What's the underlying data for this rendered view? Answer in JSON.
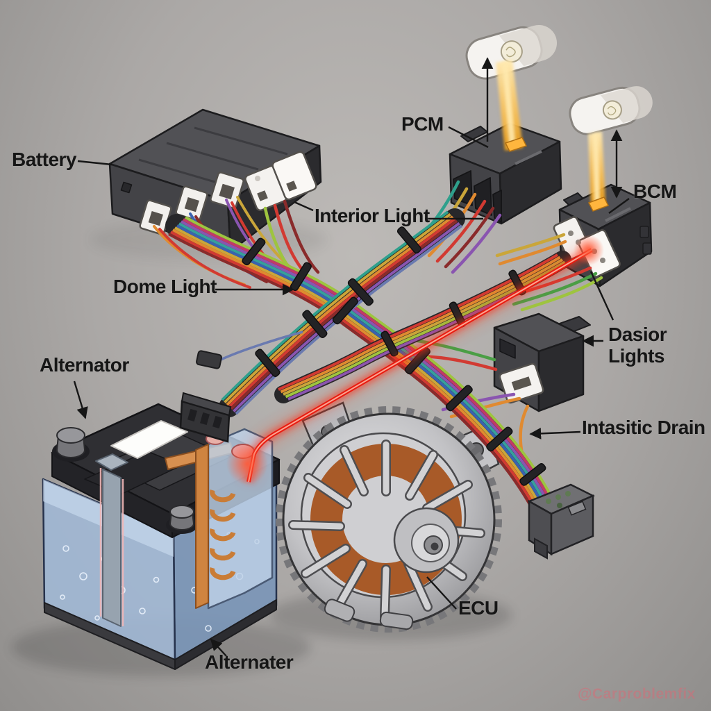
{
  "figure": {
    "type": "automotive-electrical-illustration",
    "labels": {
      "battery": "Battery",
      "pcm": "PCM",
      "interior_light": "Interior Light",
      "bcm": "BCM",
      "dome_light": "Dome Light",
      "alternator": "Alternator",
      "dasior_lights": "Dasior\nLights",
      "intasitic_drain": "Intasitic Drain",
      "ecu": "ECU",
      "alternater": "Alternater"
    },
    "watermark": "@Carproblemfix",
    "colors": {
      "background": "#aba8a6",
      "label_text": "#161616",
      "glow_wire_red": "#ff2e18",
      "light_beam_orange": "#f6a81e",
      "module_body": "#434346",
      "connector_white": "#f4f2ef",
      "battery_case_blue": "#9fb8d4",
      "copper": "#c9803f",
      "wire_palette": [
        "#8a2b2b",
        "#d23a32",
        "#e08a30",
        "#caa63a",
        "#3a62b0",
        "#37a09b",
        "#8a55b0",
        "#c23a68",
        "#9ec43f",
        "#4a9e45"
      ]
    }
  }
}
